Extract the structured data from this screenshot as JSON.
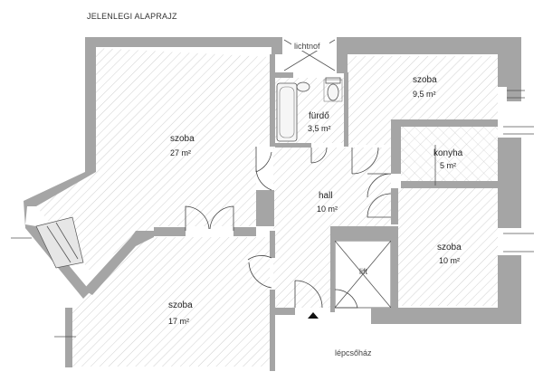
{
  "title": "JELENLEGI ALAPRAJZ",
  "rooms": [
    {
      "name": "szoba",
      "area": "27 m²"
    },
    {
      "name": "szoba",
      "area": "17 m²"
    },
    {
      "name": "szoba",
      "area": "9,5 m²"
    },
    {
      "name": "fürdő",
      "area": "3,5 m²"
    },
    {
      "name": "hall",
      "area": "10 m²"
    },
    {
      "name": "konyha",
      "area": "5 m²"
    },
    {
      "name": "szoba",
      "area": "10 m²"
    }
  ],
  "labels": {
    "lightwell": "lichtnof",
    "lift": "lift",
    "stairwell": "lépcsőház"
  },
  "colors": {
    "wall": "#a5a5a5",
    "hatch": "#bdbdbd",
    "kitchen_grid": "#c8c8c8"
  }
}
